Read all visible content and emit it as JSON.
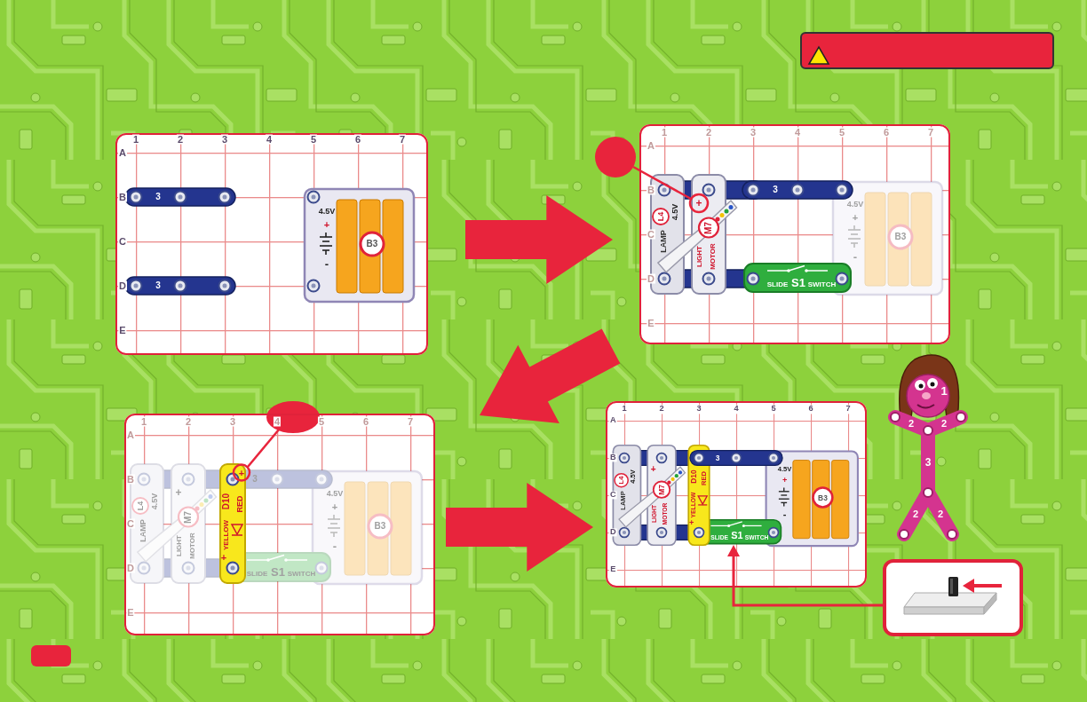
{
  "diagram": {
    "nodes": [
      {
        "text": [
          "1",
          "2",
          "3",
          "4",
          "5",
          "6",
          "7",
          "A",
          "B",
          "C",
          "D",
          "E",
          "3",
          "3",
          "4.5V",
          "+",
          "-",
          "B3"
        ]
      },
      {
        "text": [
          "1",
          "2",
          "3",
          "4",
          "5",
          "6",
          "7",
          "A",
          "B",
          "C",
          "D",
          "E",
          "4.5V",
          "L4",
          "LAMP",
          "+",
          "M7",
          "LIGHT",
          "MOTOR",
          "3",
          "SLIDE",
          "S1",
          "SWITCH",
          "4.5V",
          "+",
          "-",
          "B3"
        ]
      },
      {
        "text": [
          "1",
          "2",
          "3",
          "4",
          "5",
          "6",
          "7",
          "A",
          "B",
          "C",
          "D",
          "E",
          "4.5V",
          "L4",
          "LAMP",
          "+",
          "M7",
          "LIGHT",
          "MOTOR",
          "D10",
          "RED",
          "YELLOW",
          "+",
          "+",
          "3",
          "SLIDE",
          "S1",
          "SWITCH",
          "4.5V",
          "+",
          "-",
          "B3"
        ]
      },
      {
        "text": [
          "1",
          "2",
          "3",
          "4",
          "5",
          "6",
          "7",
          "A",
          "B",
          "C",
          "D",
          "E",
          "4.5V",
          "L4",
          "LAMP",
          "+",
          "M7",
          "LIGHT",
          "MOTOR",
          "D10",
          "RED",
          "YELLOW",
          "+",
          "3",
          "SLIDE",
          "S1",
          "SWITCH",
          "4.5V",
          "+",
          "-",
          "B3"
        ]
      }
    ],
    "edges": [
      {
        "from": 0,
        "to": 1,
        "arrow": "to"
      },
      {
        "from": 1,
        "to": 2,
        "arrow": "to"
      },
      {
        "from": 2,
        "to": 3,
        "arrow": "to"
      }
    ],
    "labels": [
      "1",
      "2",
      "2",
      "3",
      "2",
      "2"
    ]
  }
}
